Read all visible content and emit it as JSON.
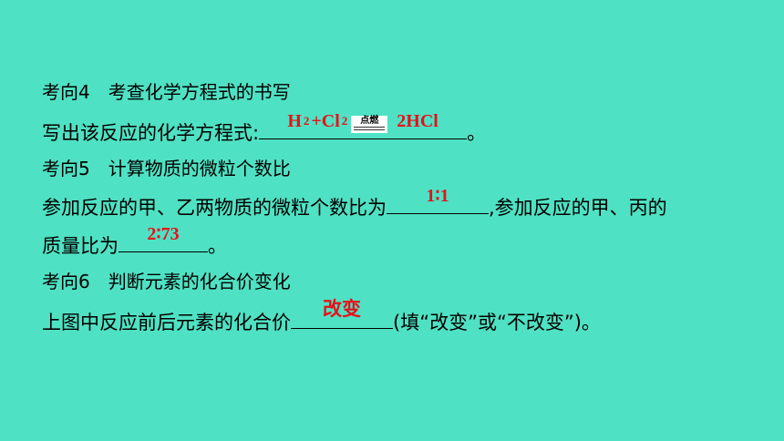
{
  "section4": {
    "heading_label": "考向4",
    "heading_text": "考查化学方程式的书写",
    "question": "写出该反应的化学方程式:",
    "answer_left": "H",
    "answer_sub1": "2",
    "answer_mid": "+Cl",
    "answer_sub2": "2",
    "condition": "点燃",
    "answer_right": "2HCl",
    "end": "。"
  },
  "section5": {
    "heading_label": "考向5",
    "heading_text": "计算物质的微粒个数比",
    "q1": "参加反应的甲、乙两物质的微粒个数比为",
    "a1": "1∶1",
    "q2": ",参加反应的甲、丙的",
    "q3": "质量比为",
    "a2": "2∶73",
    "end": "。"
  },
  "section6": {
    "heading_label": "考向6",
    "heading_text": "判断元素的化合价变化",
    "question": "上图中反应前后元素的化合价",
    "answer": "改变",
    "hint": "(填“改变”或“不改变”)。"
  }
}
